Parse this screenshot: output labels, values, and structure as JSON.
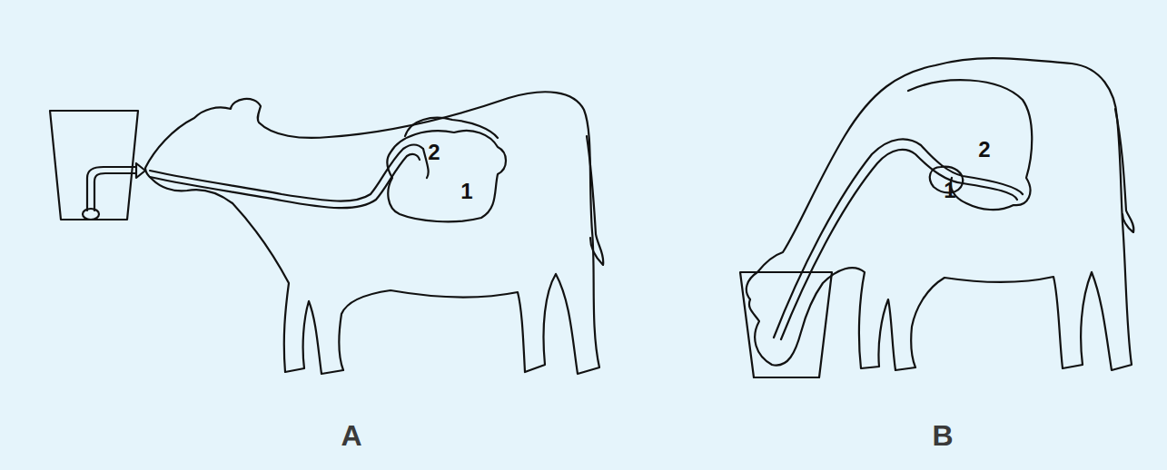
{
  "diagram": {
    "labels": [
      "2",
      "1",
      "2",
      "1",
      "A",
      "B"
    ]
  }
}
